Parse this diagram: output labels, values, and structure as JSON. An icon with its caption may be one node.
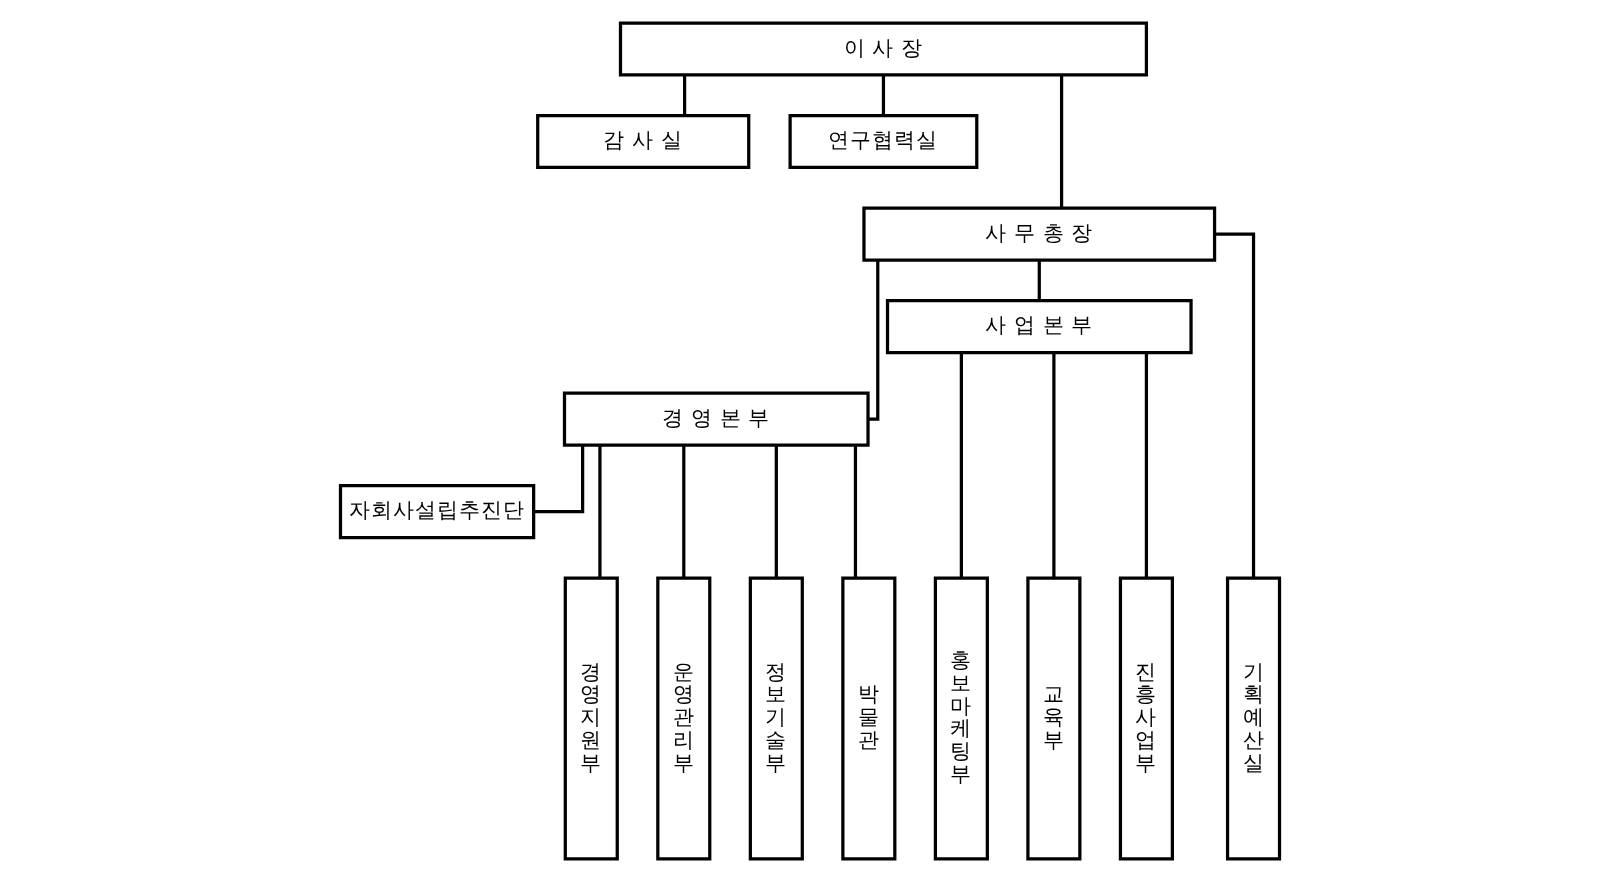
{
  "diagram": {
    "nodes": [
      {
        "text": [
          "이 사 장"
        ]
      },
      {
        "text": [
          "감 사 실"
        ]
      },
      {
        "text": [
          "연구협력실"
        ]
      },
      {
        "text": [
          "사 무 총 장"
        ]
      },
      {
        "text": [
          "경 영 본 부"
        ]
      },
      {
        "text": [
          "사 업 본 부"
        ]
      },
      {
        "text": [
          "자회사설립추진단"
        ]
      },
      {
        "text": [
          "기획예산실"
        ]
      },
      {
        "text": [
          "경영지원부"
        ]
      },
      {
        "text": [
          "운영관리부"
        ]
      },
      {
        "text": [
          "정보기술부"
        ]
      },
      {
        "text": [
          "박물관"
        ]
      },
      {
        "text": [
          "홍보마케팅부"
        ]
      },
      {
        "text": [
          "교육부"
        ]
      },
      {
        "text": [
          "진흥사업부"
        ]
      }
    ],
    "edges": [
      {
        "from": 0,
        "to": 1,
        "arrow": "none"
      },
      {
        "from": 0,
        "to": 2,
        "arrow": "none"
      },
      {
        "from": 0,
        "to": 3,
        "arrow": "none"
      },
      {
        "from": 3,
        "to": 4,
        "arrow": "none"
      },
      {
        "from": 3,
        "to": 5,
        "arrow": "none"
      },
      {
        "from": 3,
        "to": 7,
        "arrow": "none"
      },
      {
        "from": 4,
        "to": 6,
        "arrow": "none"
      },
      {
        "from": 4,
        "to": 8,
        "arrow": "none"
      },
      {
        "from": 4,
        "to": 9,
        "arrow": "none"
      },
      {
        "from": 4,
        "to": 10,
        "arrow": "none"
      },
      {
        "from": 4,
        "to": 11,
        "arrow": "none"
      },
      {
        "from": 5,
        "to": 12,
        "arrow": "none"
      },
      {
        "from": 5,
        "to": 13,
        "arrow": "none"
      },
      {
        "from": 5,
        "to": 14,
        "arrow": "none"
      }
    ]
  }
}
